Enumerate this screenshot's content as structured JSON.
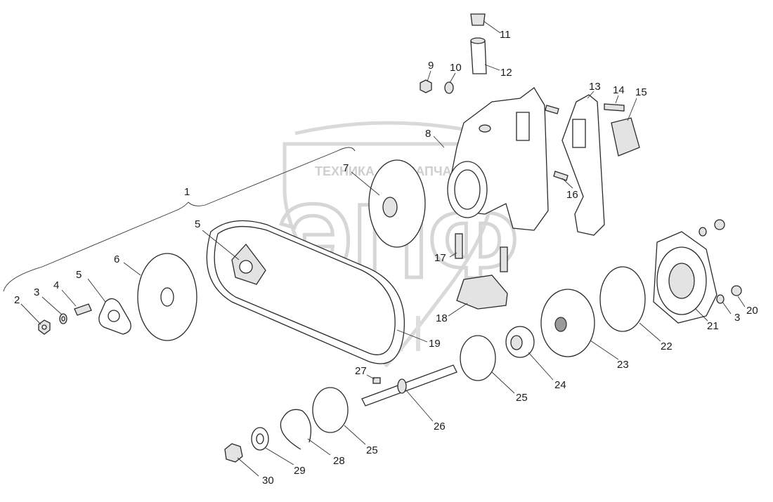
{
  "watermark": {
    "left_text": "ТЕХНИКА",
    "right_text": "ЗАПЧАСТИ",
    "logo_text": "ЭПФ"
  },
  "callouts": [
    {
      "id": "c1",
      "label": "1"
    },
    {
      "id": "c2",
      "label": "2"
    },
    {
      "id": "c3a",
      "label": "3"
    },
    {
      "id": "c3b",
      "label": "3"
    },
    {
      "id": "c4",
      "label": "4"
    },
    {
      "id": "c5a",
      "label": "5"
    },
    {
      "id": "c5b",
      "label": "5"
    },
    {
      "id": "c6",
      "label": "6"
    },
    {
      "id": "c7",
      "label": "7"
    },
    {
      "id": "c8",
      "label": "8"
    },
    {
      "id": "c9",
      "label": "9"
    },
    {
      "id": "c10",
      "label": "10"
    },
    {
      "id": "c11",
      "label": "11"
    },
    {
      "id": "c12",
      "label": "12"
    },
    {
      "id": "c13",
      "label": "13"
    },
    {
      "id": "c14",
      "label": "14"
    },
    {
      "id": "c15",
      "label": "15"
    },
    {
      "id": "c16",
      "label": "16"
    },
    {
      "id": "c17",
      "label": "17"
    },
    {
      "id": "c18",
      "label": "18"
    },
    {
      "id": "c19",
      "label": "19"
    },
    {
      "id": "c20",
      "label": "20"
    },
    {
      "id": "c21",
      "label": "21"
    },
    {
      "id": "c22",
      "label": "22"
    },
    {
      "id": "c23",
      "label": "23"
    },
    {
      "id": "c24",
      "label": "24"
    },
    {
      "id": "c25a",
      "label": "25"
    },
    {
      "id": "c25b",
      "label": "25"
    },
    {
      "id": "c26",
      "label": "26"
    },
    {
      "id": "c27",
      "label": "27"
    },
    {
      "id": "c28",
      "label": "28"
    },
    {
      "id": "c29",
      "label": "29"
    },
    {
      "id": "c30",
      "label": "30"
    }
  ]
}
